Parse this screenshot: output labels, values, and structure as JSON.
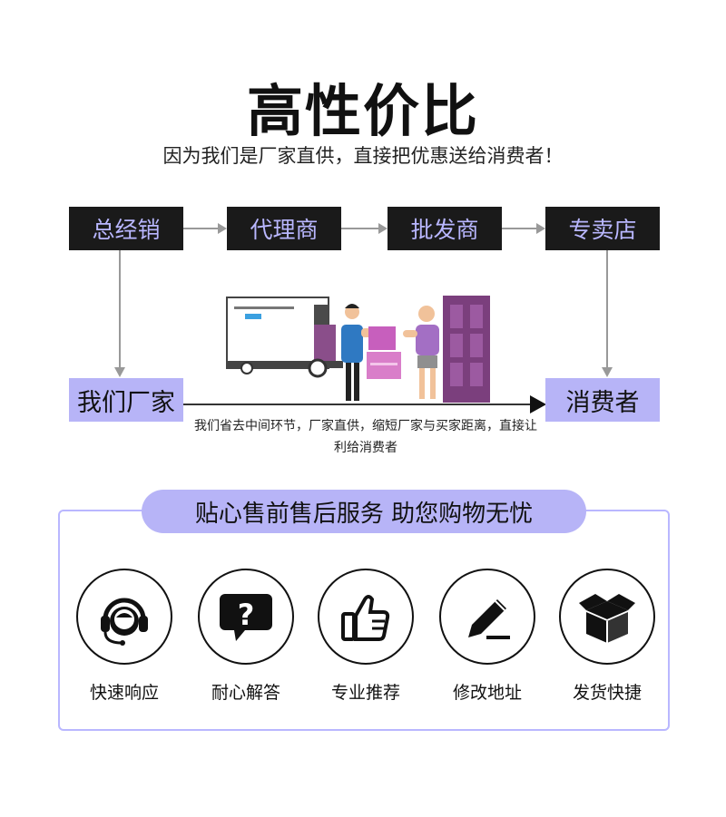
{
  "header": {
    "title": "高性价比",
    "subtitle": "因为我们是厂家直供，直接把优惠送给消费者！"
  },
  "chain": [
    "总经销",
    "代理商",
    "批发商",
    "专卖店"
  ],
  "factory_label": "我们厂家",
  "consumer_label": "消费者",
  "note": "我们省去中间环节，厂家直供，缩短厂家与买家距离，直接让利给消费者",
  "services": {
    "banner": "贴心售前售后服务 助您购物无忧",
    "items": [
      {
        "label": "快速响应",
        "icon": "headset-icon"
      },
      {
        "label": "耐心解答",
        "icon": "question-bubble-icon"
      },
      {
        "label": "专业推荐",
        "icon": "thumbs-up-icon"
      },
      {
        "label": "修改地址",
        "icon": "pen-edit-icon"
      },
      {
        "label": "发货快捷",
        "icon": "open-box-icon"
      }
    ]
  },
  "colors": {
    "accent": "#b7b4f7",
    "chain_bg": "#1a1a1a",
    "chain_text": "#b9b7ff",
    "arrow": "#999999",
    "truck_purple": "#8a4e8a",
    "door_purple": "#7b3f7d"
  }
}
